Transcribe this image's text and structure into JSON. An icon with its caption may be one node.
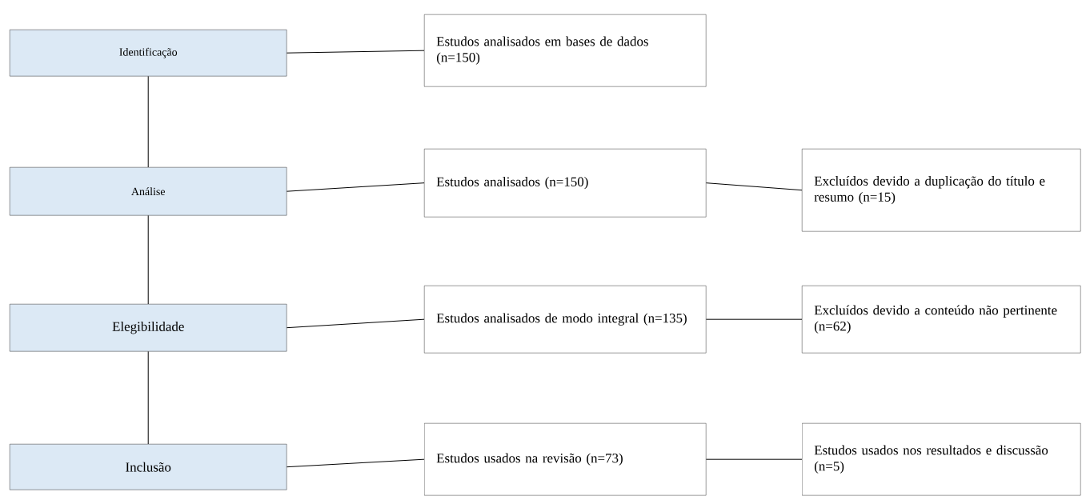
{
  "diagram": {
    "nodes": [
      {
        "text": [
          "Identificação"
        ]
      },
      {
        "text": [
          "Estudos analisados em bases de dados (n=150)"
        ]
      },
      {
        "text": [
          "Análise"
        ]
      },
      {
        "text": [
          "Estudos analisados (n=150)"
        ]
      },
      {
        "text": [
          "Excluídos devido a duplicação do título e resumo (n=15)"
        ]
      },
      {
        "text": [
          "Elegibilidade"
        ]
      },
      {
        "text": [
          "Estudos analisados de modo integral (n=135)"
        ]
      },
      {
        "text": [
          "Excluídos devido a conteúdo não pertinente (n=62)"
        ]
      },
      {
        "text": [
          "Inclusão"
        ]
      },
      {
        "text": [
          "Estudos usados na revisão (n=73)"
        ]
      },
      {
        "text": [
          "Estudos usados nos resultados e discussão (n=5)"
        ]
      }
    ],
    "edges": [
      {
        "from": 0,
        "to": 1,
        "arrow": "none"
      },
      {
        "from": 0,
        "to": 2,
        "arrow": "none"
      },
      {
        "from": 2,
        "to": 3,
        "arrow": "none"
      },
      {
        "from": 3,
        "to": 4,
        "arrow": "none"
      },
      {
        "from": 2,
        "to": 5,
        "arrow": "none"
      },
      {
        "from": 5,
        "to": 6,
        "arrow": "none"
      },
      {
        "from": 6,
        "to": 7,
        "arrow": "none"
      },
      {
        "from": 5,
        "to": 8,
        "arrow": "none"
      },
      {
        "from": 8,
        "to": 9,
        "arrow": "none"
      },
      {
        "from": 9,
        "to": 10,
        "arrow": "none"
      }
    ]
  }
}
